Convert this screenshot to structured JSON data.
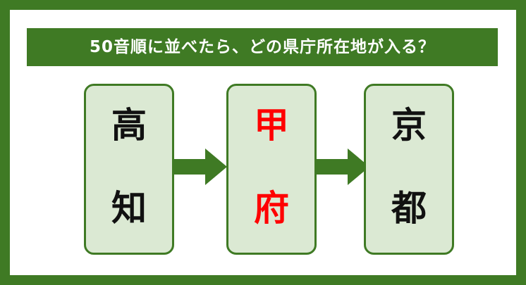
{
  "quiz": {
    "question": "50音順に並べたら、どの県庁所在地が入る？"
  },
  "cards": [
    {
      "top": "高",
      "bottom": "知"
    },
    {
      "top": "甲",
      "bottom": "府"
    },
    {
      "top": "京",
      "bottom": "都"
    }
  ],
  "colors": {
    "frame": "#3f7a24",
    "card_fill": "#dbe9d3",
    "answer_text": "#ff0000",
    "text": "#111111"
  },
  "icons": [
    "arrow-right-icon",
    "arrow-right-icon"
  ]
}
